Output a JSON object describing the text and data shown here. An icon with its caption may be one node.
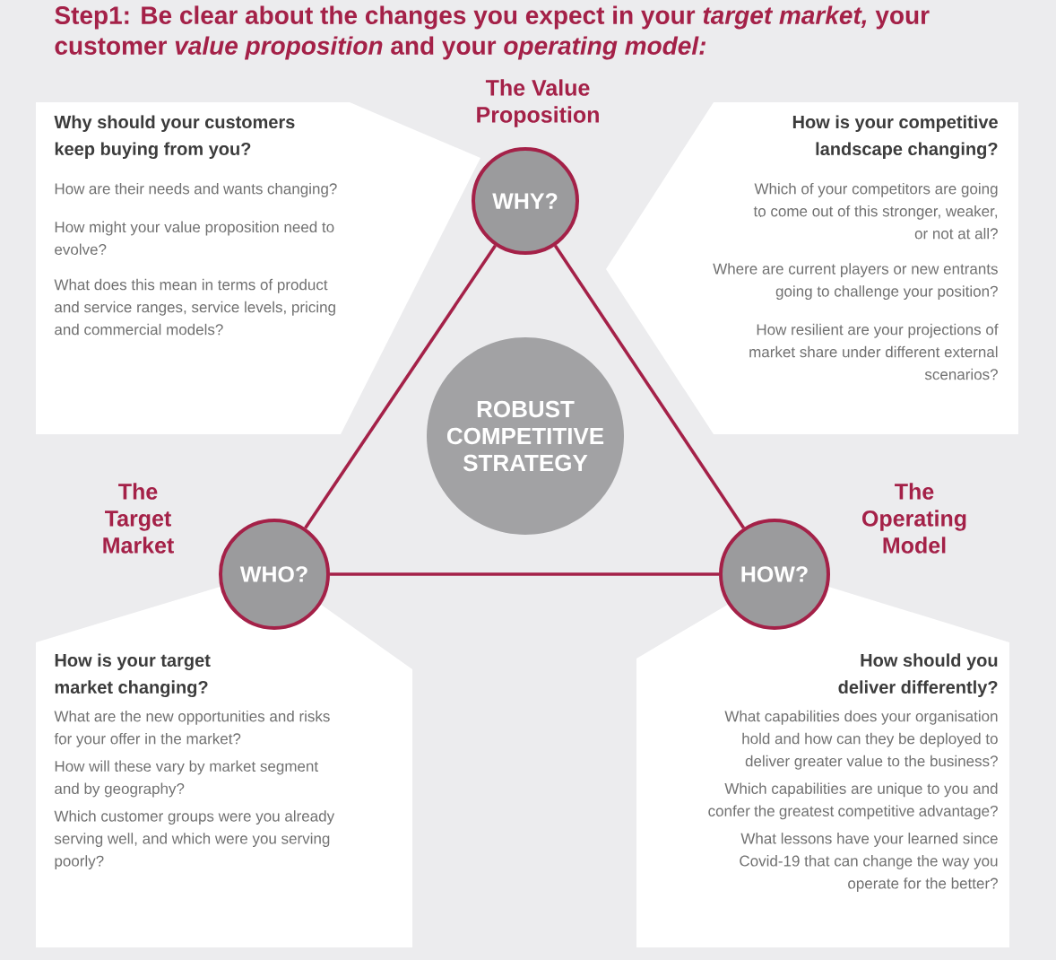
{
  "diagram": {
    "title": "Step1: Be clear about the changes you expect in your *target market,* your customer *value proposition* and your *operating model:*",
    "nodes": [
      {
        "text": [
          "Why should your customers keep buying from you?",
          "How are their needs and wants changing?",
          "How might your value proposition need to evolve?",
          "What does this mean in terms of product and service ranges, service levels, pricing and commercial models?"
        ]
      },
      {
        "text": [
          "WHY?"
        ]
      },
      {
        "text": [
          "How is your competitive landscape changing?",
          "Which of your competitors are going to come out of this stronger, weaker, or not at all?",
          "Where are current players or new entrants going to challenge your position?",
          "How resilient are your projections of market share under different external scenarios?"
        ]
      },
      {
        "text": [
          "ROBUST COMPETITIVE STRATEGY"
        ]
      },
      {
        "text": [
          "WHO?"
        ]
      },
      {
        "text": [
          "HOW?"
        ]
      },
      {
        "text": [
          "How is your target market changing?",
          "What are the new opportunities and risks for your offer in the market?",
          "How will these vary by market segment and by geography?",
          "Which customer groups were you already serving well, and which were you serving poorly?"
        ]
      },
      {
        "text": [
          "How should you deliver differently?",
          "What capabilities does your organisation hold and how can they be deployed to deliver greater value to the business?",
          "Which capabilities are unique to you and confer the greatest competitive advantage?",
          "What lessons have your learned since Covid-19 that can change the way you operate for the better?"
        ]
      }
    ],
    "edges": [
      {
        "from": 1,
        "to": 4,
        "arrow": "none"
      },
      {
        "from": 1,
        "to": 5,
        "arrow": "none"
      },
      {
        "from": 4,
        "to": 5,
        "arrow": "none"
      }
    ],
    "labels": [
      "The Value Proposition",
      "The Target Market",
      "The Operating Model"
    ]
  }
}
